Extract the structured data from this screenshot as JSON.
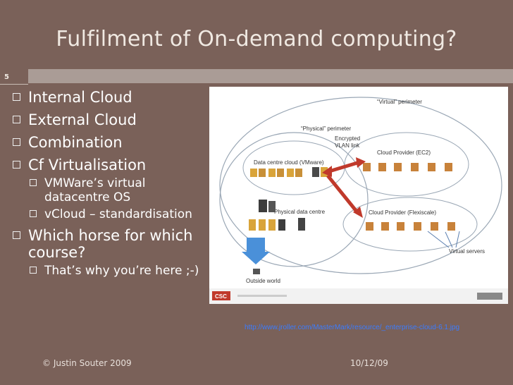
{
  "slide": {
    "title": "Fulfilment of On-demand computing?",
    "number": "5"
  },
  "bullets": {
    "b1": "Internal Cloud",
    "b2": "External Cloud",
    "b3": "Combination",
    "b4": "Cf Virtualisation",
    "b4_sub1": "VMWare’s virtual datacentre OS",
    "b4_sub2": "vCloud – standardisation",
    "b5": "Which horse for which course?",
    "b5_sub1": "That’s why you’re here ;-)"
  },
  "figure": {
    "virtual_perimeter": "“Virtual” perimeter",
    "physical_perimeter": "“Physical” perimeter",
    "encrypted_1": "Encrypted",
    "encrypted_2": "VLAN link",
    "data_centre_cloud": "Data centre cloud (VMware)",
    "cloud_provider_ec2": "Cloud Provider (EC2)",
    "physical_data_centre": "Physical data centre",
    "cloud_provider_flexiscale": "Cloud Provider (Flexiscale)",
    "virtual_servers": "Virtual servers",
    "outside_world": "Outside world",
    "csc_logo": "CSC",
    "source_url": "http://www.jroller.com/MasterMark/resource/_enterprise-cloud-6.1.jpg"
  },
  "footer": {
    "copyright": "© Justin Souter 2009",
    "date": "10/12/09"
  },
  "colors": {
    "background": "#7a6159",
    "rule": "#aa9c96",
    "link": "#3b7cff",
    "arrow": "#c0392b",
    "csc_red": "#c0392b"
  }
}
